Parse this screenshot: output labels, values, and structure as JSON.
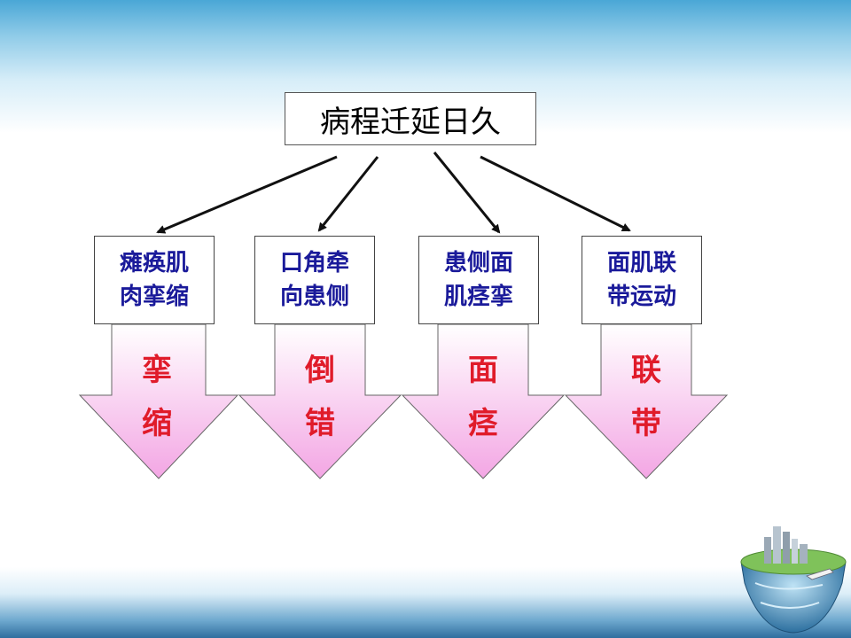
{
  "top": {
    "label": "病程迁延日久"
  },
  "items": [
    {
      "line1": "瘫痪肌",
      "line2": "肉挛缩",
      "char1": "挛",
      "char2": "缩"
    },
    {
      "line1": "口角牵",
      "line2": "向患侧",
      "char1": "倒",
      "char2": "错"
    },
    {
      "line1": "患侧面",
      "line2": "肌痉挛",
      "char1": "面",
      "char2": "痉"
    },
    {
      "line1": "面肌联",
      "line2": "带运动",
      "char1": "联",
      "char2": "带"
    }
  ],
  "colors": {
    "box_text": "#1a1a9a",
    "arrow_text": "#e01b2a",
    "arrow_fill_top": "#ffffff",
    "arrow_fill_bottom": "#f3a6e4"
  },
  "icons": {
    "corner": "city-globe-icon"
  }
}
